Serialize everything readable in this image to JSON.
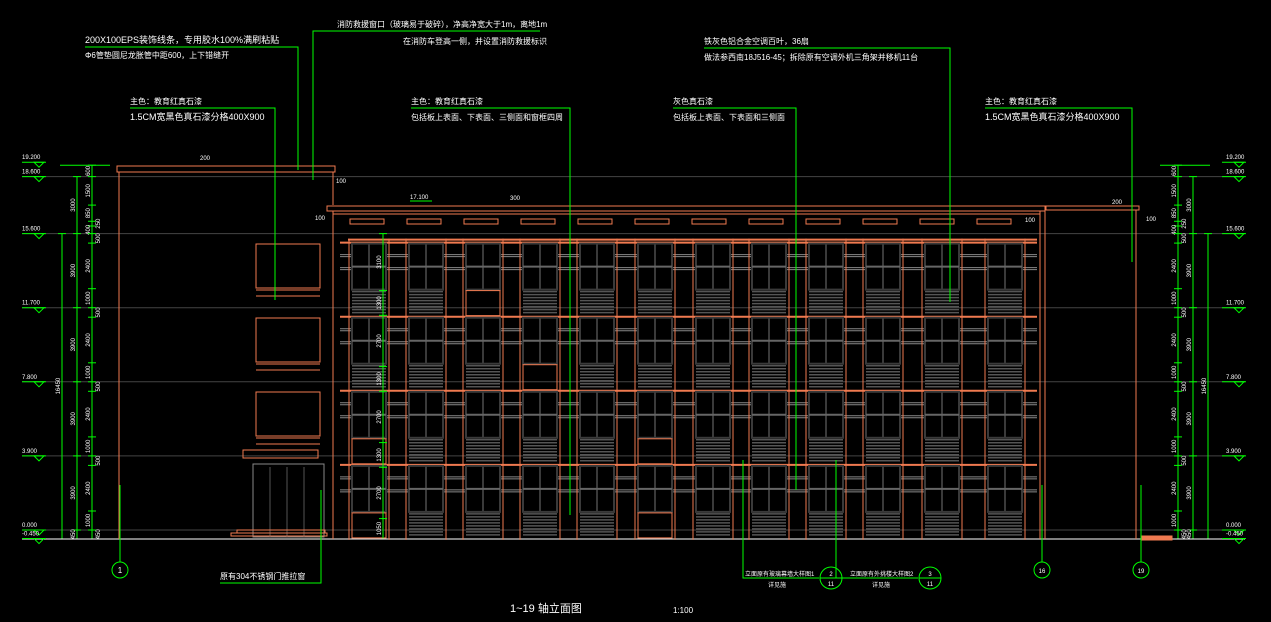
{
  "drawing": {
    "title": "1~19 轴立面图",
    "scale": "1:100"
  },
  "colors": {
    "background": "#000000",
    "wall": "#f07a50",
    "leader": "#00ff00",
    "window": "#3a3a3a",
    "grid": "#444444",
    "text": "#ffffff"
  },
  "annotations": {
    "eps_line1": "200X100EPS装饰线条，专用胶水100%满刷粘贴",
    "eps_line2": "Φ6管垫圆尼龙胀管中距600，上下错缝开",
    "fire_line1": "消防救援窗口（玻璃易于破碎），净高净宽大于1m，离地1m",
    "fire_line2": "在消防车登高一侧，并设置消防救援标识",
    "left_main_color": "主色：教育红真石漆",
    "left_grid": "1.5CM宽黑色真石漆分格400X900",
    "mid_main_color": "主色：教育红真石漆",
    "mid_scope": "包括板上表面、下表面、三侧面和窗框四周",
    "louver_line1": "铁灰色铝合金空调百叶，36扇",
    "louver_line2": "做法参西南18J516-45；拆除原有空调外机三角架并移机11台",
    "grey_paint": "灰色真石漆",
    "grey_scope": "包括板上表面、下表面和三侧面",
    "right_main_color": "主色：教育红真石漆",
    "right_grid": "1.5CM宽黑色真石漆分格400X900",
    "door_note": "原有304不锈钢门推拉窗",
    "detail1_text": "立面原有玻璃幕墙大样图1",
    "detail1_sub": "详见施",
    "detail1_num": "2",
    "detail1_sheet": "11",
    "detail2_text": "立面原有外挑楼大样图2",
    "detail2_sub": "详见施",
    "detail2_num": "3",
    "detail2_sheet": "11",
    "parapet_level": "17.100",
    "dim_300": "300",
    "dim_200a": "200",
    "dim_200b": "200",
    "dim_100a": "100",
    "dim_100b": "100",
    "dim_100c": "100",
    "dim_100d": "100"
  },
  "axes": [
    "1",
    "16",
    "19"
  ],
  "levels": [
    {
      "value": 19.2,
      "label": "19.200"
    },
    {
      "value": 18.6,
      "label": "18.600"
    },
    {
      "value": 15.6,
      "label": "15.600"
    },
    {
      "value": 11.7,
      "label": "11.700"
    },
    {
      "value": 7.8,
      "label": "7.800"
    },
    {
      "value": 3.9,
      "label": "3.900"
    },
    {
      "value": 0.0,
      "label": "0.000"
    },
    {
      "value": -0.45,
      "label": "-0.450"
    }
  ],
  "dims_fine": [
    {
      "from": 18.6,
      "to": 19.2,
      "label": "600"
    },
    {
      "from": 17.1,
      "to": 18.6,
      "label": "1500"
    },
    {
      "from": 16.25,
      "to": 17.1,
      "label": "850"
    },
    {
      "from": 16.0,
      "to": 16.25,
      "label": "250"
    },
    {
      "from": 15.6,
      "to": 16.0,
      "label": "400"
    },
    {
      "from": 15.1,
      "to": 15.6,
      "label": "500"
    },
    {
      "from": 12.7,
      "to": 15.1,
      "label": "2400"
    },
    {
      "from": 11.7,
      "to": 12.7,
      "label": "1000"
    },
    {
      "from": 11.2,
      "to": 11.7,
      "label": "500"
    },
    {
      "from": 8.8,
      "to": 11.2,
      "label": "2400"
    },
    {
      "from": 7.8,
      "to": 8.8,
      "label": "1000"
    },
    {
      "from": 7.3,
      "to": 7.8,
      "label": "500"
    },
    {
      "from": 4.9,
      "to": 7.3,
      "label": "2400"
    },
    {
      "from": 3.9,
      "to": 4.9,
      "label": "1000"
    },
    {
      "from": 3.4,
      "to": 3.9,
      "label": "500"
    },
    {
      "from": 1.0,
      "to": 3.4,
      "label": "2400"
    },
    {
      "from": 0.0,
      "to": 1.0,
      "label": "1000"
    },
    {
      "from": -0.45,
      "to": 0.0,
      "label": "450"
    }
  ],
  "dims_floor": [
    {
      "from": 15.6,
      "to": 18.6,
      "label": "3000"
    },
    {
      "from": 11.7,
      "to": 15.6,
      "label": "3900"
    },
    {
      "from": 7.8,
      "to": 11.7,
      "label": "3900"
    },
    {
      "from": 3.9,
      "to": 7.8,
      "label": "3900"
    },
    {
      "from": 0.0,
      "to": 3.9,
      "label": "3900"
    },
    {
      "from": -0.45,
      "to": 0.0,
      "label": "450"
    }
  ],
  "dim_total": {
    "from": -0.45,
    "to": 15.6,
    "label": "16450"
  },
  "facade_dims": [
    {
      "from": 12.6,
      "to": 15.6,
      "label": "3100"
    },
    {
      "from": 11.3,
      "to": 12.6,
      "label": "1300"
    },
    {
      "from": 8.6,
      "to": 11.3,
      "label": "2700"
    },
    {
      "from": 7.3,
      "to": 8.6,
      "label": "1300"
    },
    {
      "from": 4.6,
      "to": 7.3,
      "label": "2700"
    },
    {
      "from": 3.3,
      "to": 4.6,
      "label": "1300"
    },
    {
      "from": 0.6,
      "to": 3.3,
      "label": "2700"
    },
    {
      "from": -0.45,
      "to": 0.6,
      "label": "1050"
    }
  ]
}
